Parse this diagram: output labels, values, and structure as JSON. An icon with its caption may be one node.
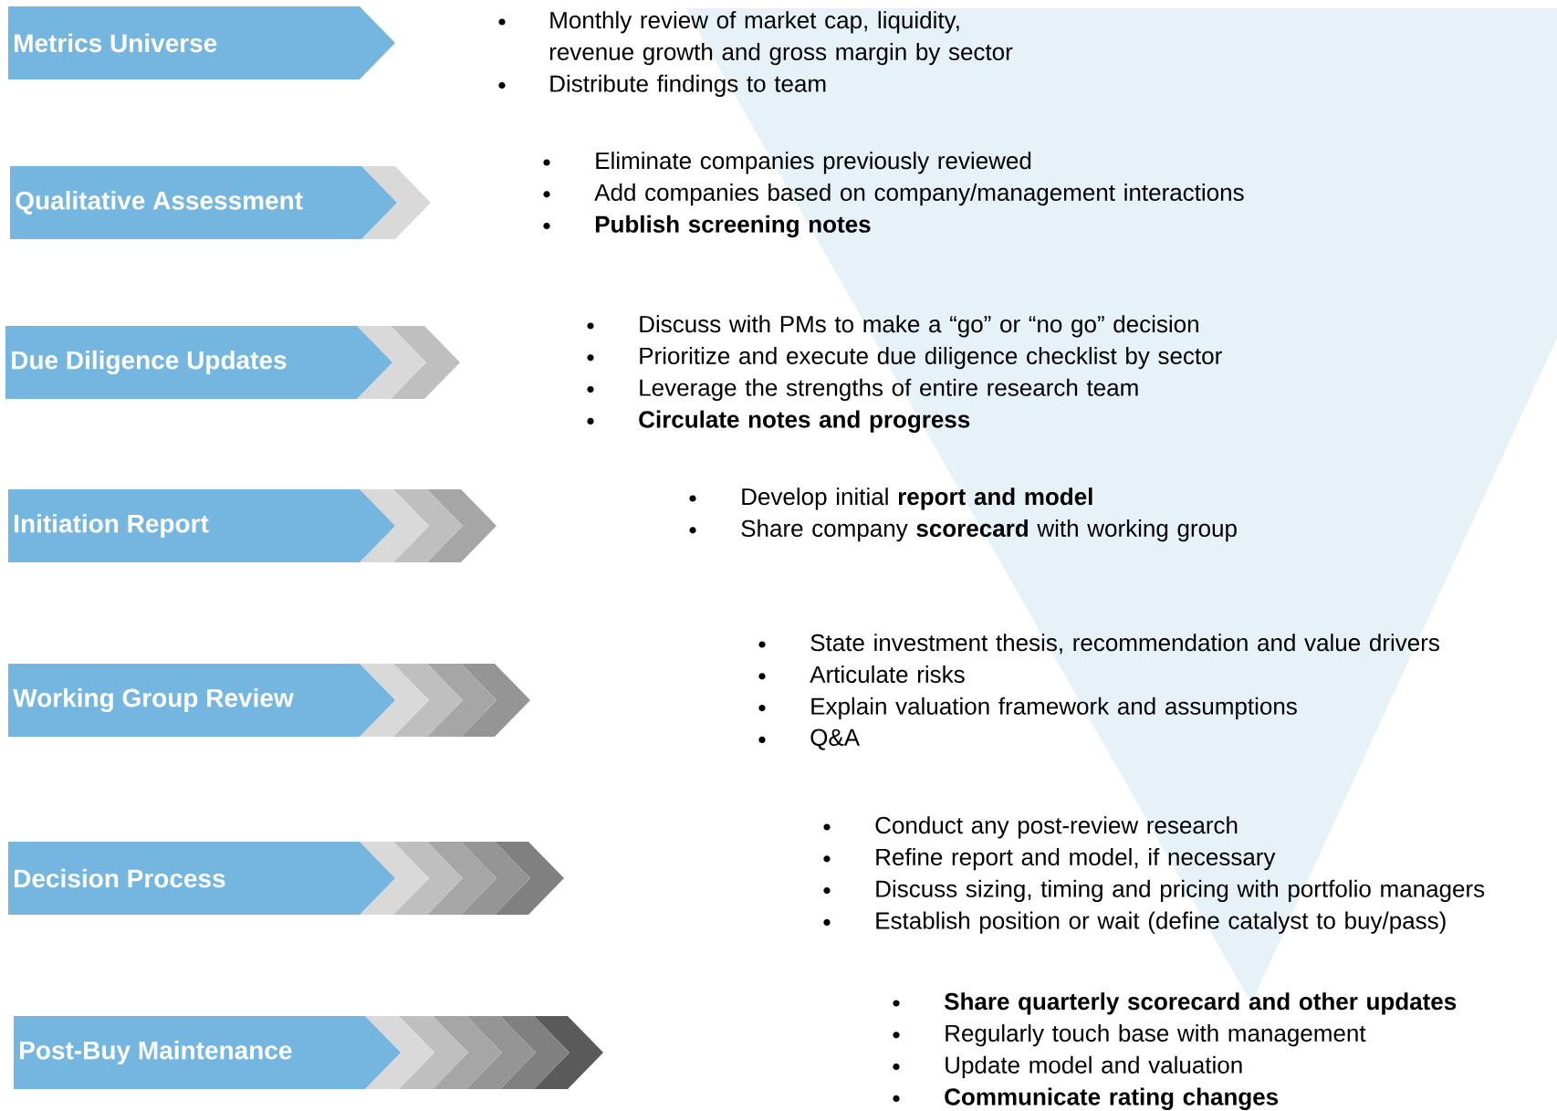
{
  "diagram": {
    "nodes": [
      {
        "text": [
          "Metrics Universe"
        ],
        "beside": [
          "Monthly review of market cap, liquidity, revenue growth and gross margin by sector",
          "Distribute findings to team"
        ]
      },
      {
        "text": [
          "Qualitative Assessment"
        ],
        "beside": [
          "Eliminate companies previously reviewed",
          "Add companies based on company/management interactions",
          "**Publish screening notes**"
        ]
      },
      {
        "text": [
          "Due Diligence Updates"
        ],
        "beside": [
          "Discuss with PMs to make a “go” or “no go” decision",
          "Prioritize and execute due diligence checklist by sector",
          "Leverage the strengths of entire research team",
          "**Circulate notes and progress**"
        ]
      },
      {
        "text": [
          "Initiation Report"
        ],
        "beside": [
          "Develop initial **report and model**",
          "Share company **scorecard** with working group"
        ]
      },
      {
        "text": [
          "Working Group Review"
        ],
        "beside": [
          "State investment thesis, recommendation and value drivers",
          "Articulate risks",
          "Explain valuation framework and assumptions",
          "Q&A"
        ]
      },
      {
        "text": [
          "Decision Process"
        ],
        "beside": [
          "Conduct any post-review research",
          "Refine report and model, if necessary",
          "Discuss sizing, timing and pricing with portfolio managers",
          "Establish position or wait (define catalyst to buy/pass)"
        ]
      },
      {
        "text": [
          "Post-Buy Maintenance"
        ],
        "beside": [
          "**Share quarterly scorecard and other updates**",
          "Regularly touch base with management",
          "Update model and valuation",
          "**Communicate rating changes**"
        ]
      }
    ]
  }
}
